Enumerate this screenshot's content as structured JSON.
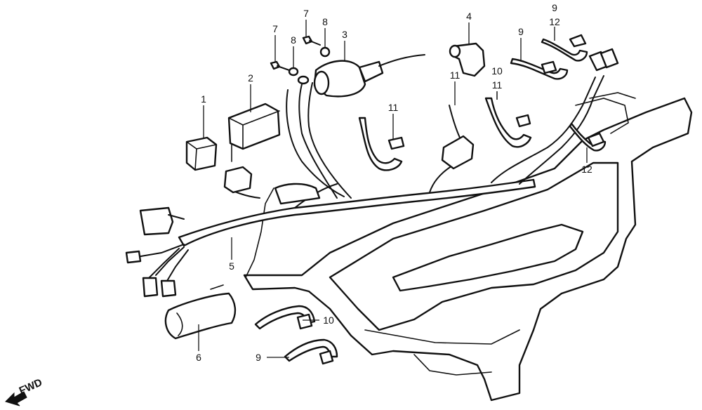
{
  "diagram": {
    "direction_label": "FWD",
    "callouts": [
      {
        "id": "c1",
        "label": "1"
      },
      {
        "id": "c2",
        "label": "2"
      },
      {
        "id": "c3",
        "label": "3"
      },
      {
        "id": "c4",
        "label": "4"
      },
      {
        "id": "c5",
        "label": "5"
      },
      {
        "id": "c6",
        "label": "6"
      },
      {
        "id": "c7a",
        "label": "7"
      },
      {
        "id": "c7b",
        "label": "7"
      },
      {
        "id": "c8a",
        "label": "8"
      },
      {
        "id": "c8b",
        "label": "8"
      },
      {
        "id": "c9a",
        "label": "9"
      },
      {
        "id": "c9b",
        "label": "9"
      },
      {
        "id": "c9c",
        "label": "9"
      },
      {
        "id": "c10a",
        "label": "10"
      },
      {
        "id": "c10b",
        "label": "10"
      },
      {
        "id": "c11a",
        "label": "11"
      },
      {
        "id": "c11b",
        "label": "11"
      },
      {
        "id": "c11c",
        "label": "11"
      },
      {
        "id": "c12a",
        "label": "12"
      },
      {
        "id": "c12b",
        "label": "12"
      }
    ]
  }
}
